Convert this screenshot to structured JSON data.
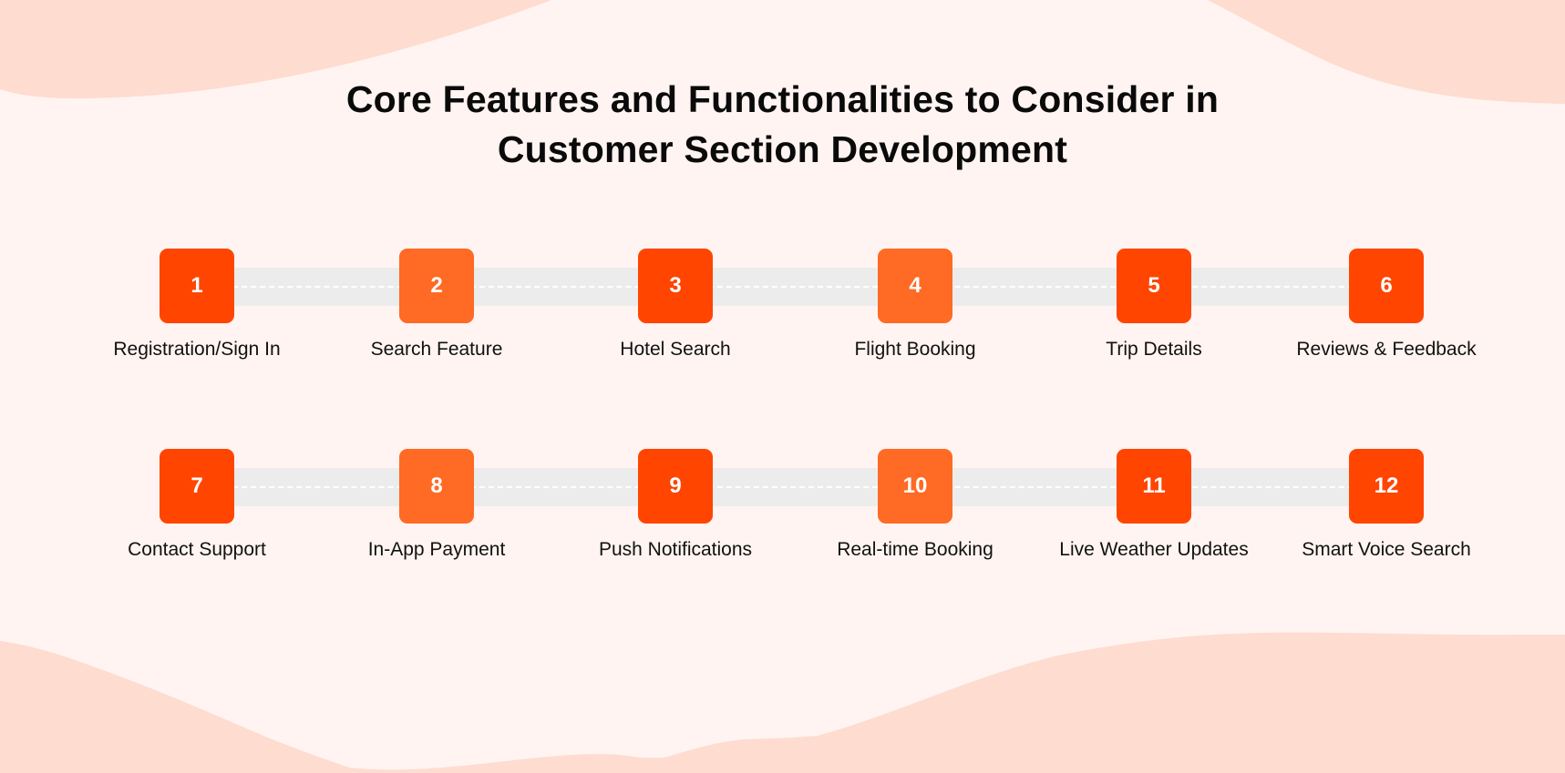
{
  "title": {
    "line1": "Core Features and Functionalities to Consider in",
    "line2": "Customer Section Development"
  },
  "colors": {
    "background": "#FFF4F1",
    "wave": "#FEDCD0",
    "box_odd": "#FF4500",
    "box_even": "#FF6A24",
    "track": "#ECECEC",
    "dash": "#FFFFFF"
  },
  "rows": [
    {
      "steps": [
        {
          "number": "1",
          "label": "Registration/Sign In"
        },
        {
          "number": "2",
          "label": "Search Feature"
        },
        {
          "number": "3",
          "label": "Hotel Search"
        },
        {
          "number": "4",
          "label": "Flight Booking"
        },
        {
          "number": "5",
          "label": "Trip Details"
        },
        {
          "number": "6",
          "label": "Reviews & Feedback"
        }
      ]
    },
    {
      "steps": [
        {
          "number": "7",
          "label": "Contact Support"
        },
        {
          "number": "8",
          "label": "In-App Payment"
        },
        {
          "number": "9",
          "label": "Push Notifications"
        },
        {
          "number": "10",
          "label": "Real-time Booking"
        },
        {
          "number": "11",
          "label": "Live Weather Updates"
        },
        {
          "number": "12",
          "label": "Smart Voice Search"
        }
      ]
    }
  ]
}
